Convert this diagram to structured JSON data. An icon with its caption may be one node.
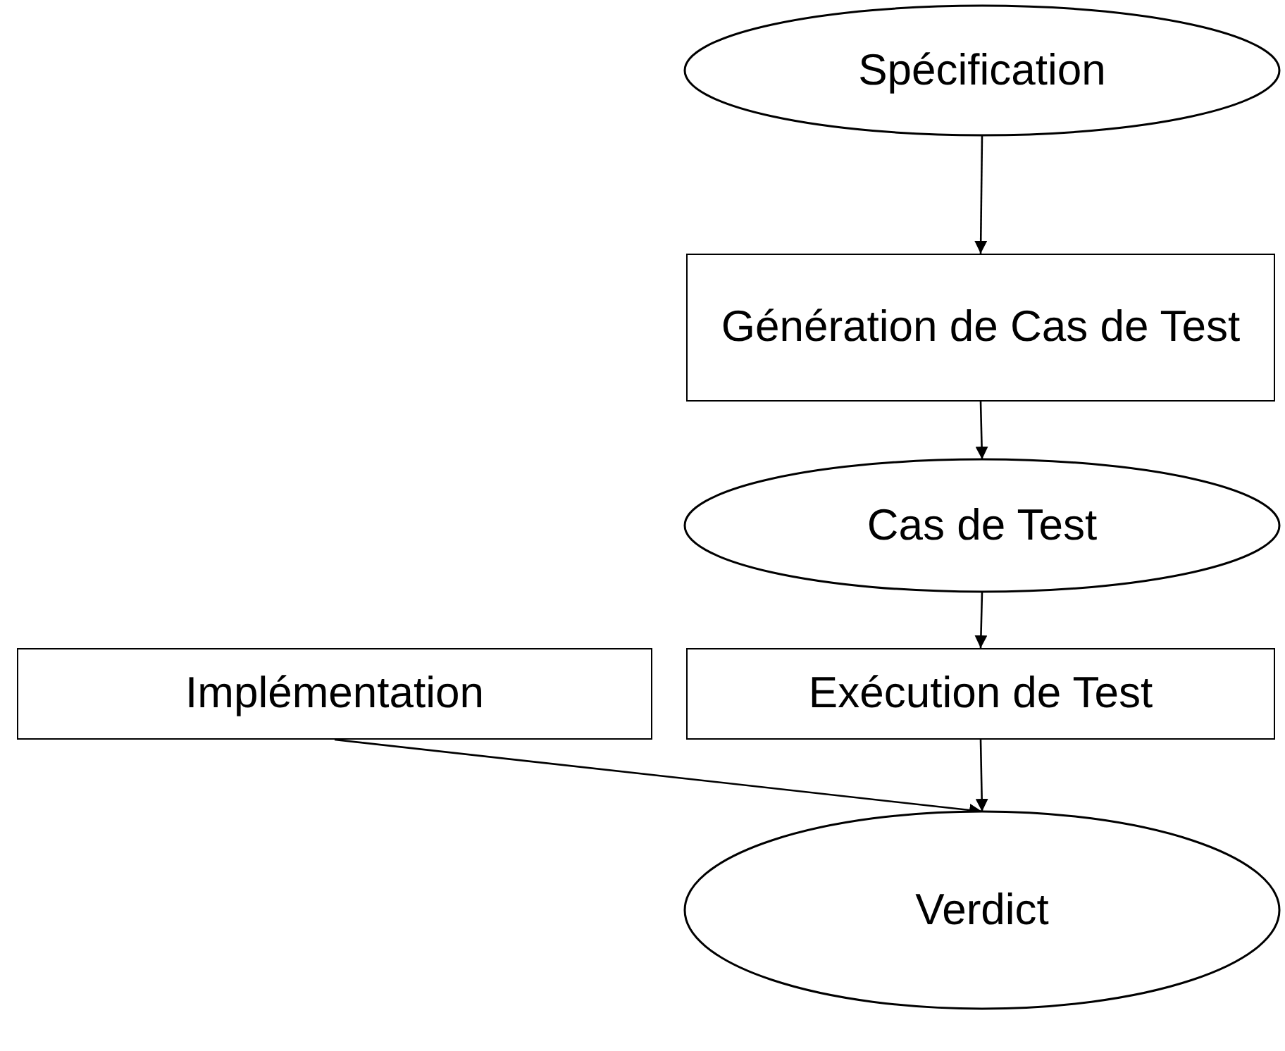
{
  "diagram": {
    "nodes": [
      {
        "text": [
          "Spécification"
        ]
      },
      {
        "text": [
          "Génération de Cas de Test"
        ]
      },
      {
        "text": [
          "Cas de Test"
        ]
      },
      {
        "text": [
          "Implémentation"
        ]
      },
      {
        "text": [
          "Exécution de Test"
        ]
      },
      {
        "text": [
          "Verdict"
        ]
      }
    ],
    "edges": [
      {
        "from": 0,
        "to": 1,
        "arrow": "to"
      },
      {
        "from": 1,
        "to": 2,
        "arrow": "to"
      },
      {
        "from": 2,
        "to": 4,
        "arrow": "to"
      },
      {
        "from": 4,
        "to": 5,
        "arrow": "to"
      },
      {
        "from": 3,
        "to": 5,
        "arrow": "to"
      }
    ]
  }
}
